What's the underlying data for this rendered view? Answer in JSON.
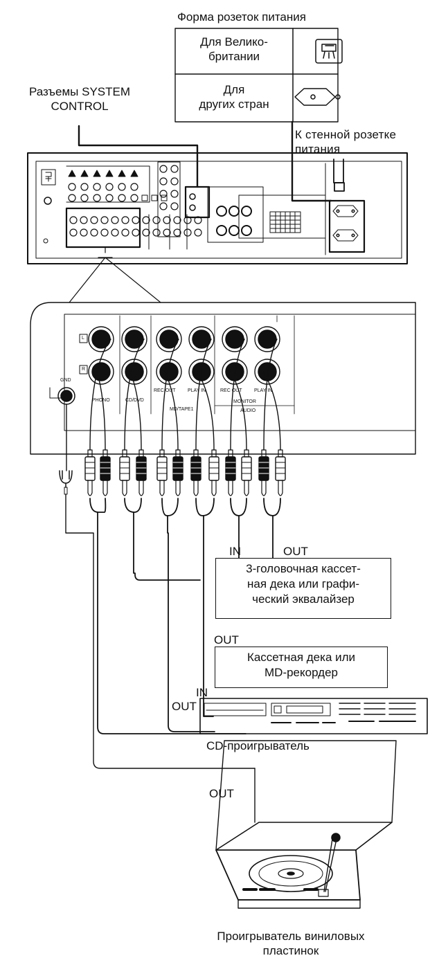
{
  "plug_table": {
    "title": "Форма розеток питания",
    "uk_line1": "Для Велико-",
    "uk_line2": "британии",
    "other_line1": "Для",
    "other_line2": "других стран"
  },
  "system_control": {
    "line1": "Разъемы SYSTEM",
    "line2": "CONTROL"
  },
  "wall_outlet": {
    "line1": "К стенной розетке",
    "line2": "питания"
  },
  "panel_labels": {
    "gnd": "GND",
    "l": "L",
    "r": "R",
    "phono": "PHONO",
    "cd_dvd": "CD/DVD",
    "md_tape1": "MD/TAPE1",
    "rec_out_1": "REC OUT",
    "play_in_1": "PLAY IN",
    "rec_out_2": "REC OUT",
    "play_in_2": "PLAY IN",
    "monitor": "MONITOR",
    "audio": "AUDIO"
  },
  "devices": {
    "tape3": {
      "in": "IN",
      "out": "OUT",
      "line1": "3-головочная кассет-",
      "line2": "ная дека или графи-",
      "line3": "ческий эквалайзер"
    },
    "tape_md": {
      "out": "OUT",
      "in": "IN",
      "line1": "Кассетная дека или",
      "line2": "MD-рекордер"
    },
    "cd": {
      "out": "OUT",
      "caption": "CD-проигрыватель"
    },
    "turntable": {
      "out": "OUT",
      "caption_line1": "Проигрыватель виниловых",
      "caption_line2": "пластинок"
    }
  }
}
